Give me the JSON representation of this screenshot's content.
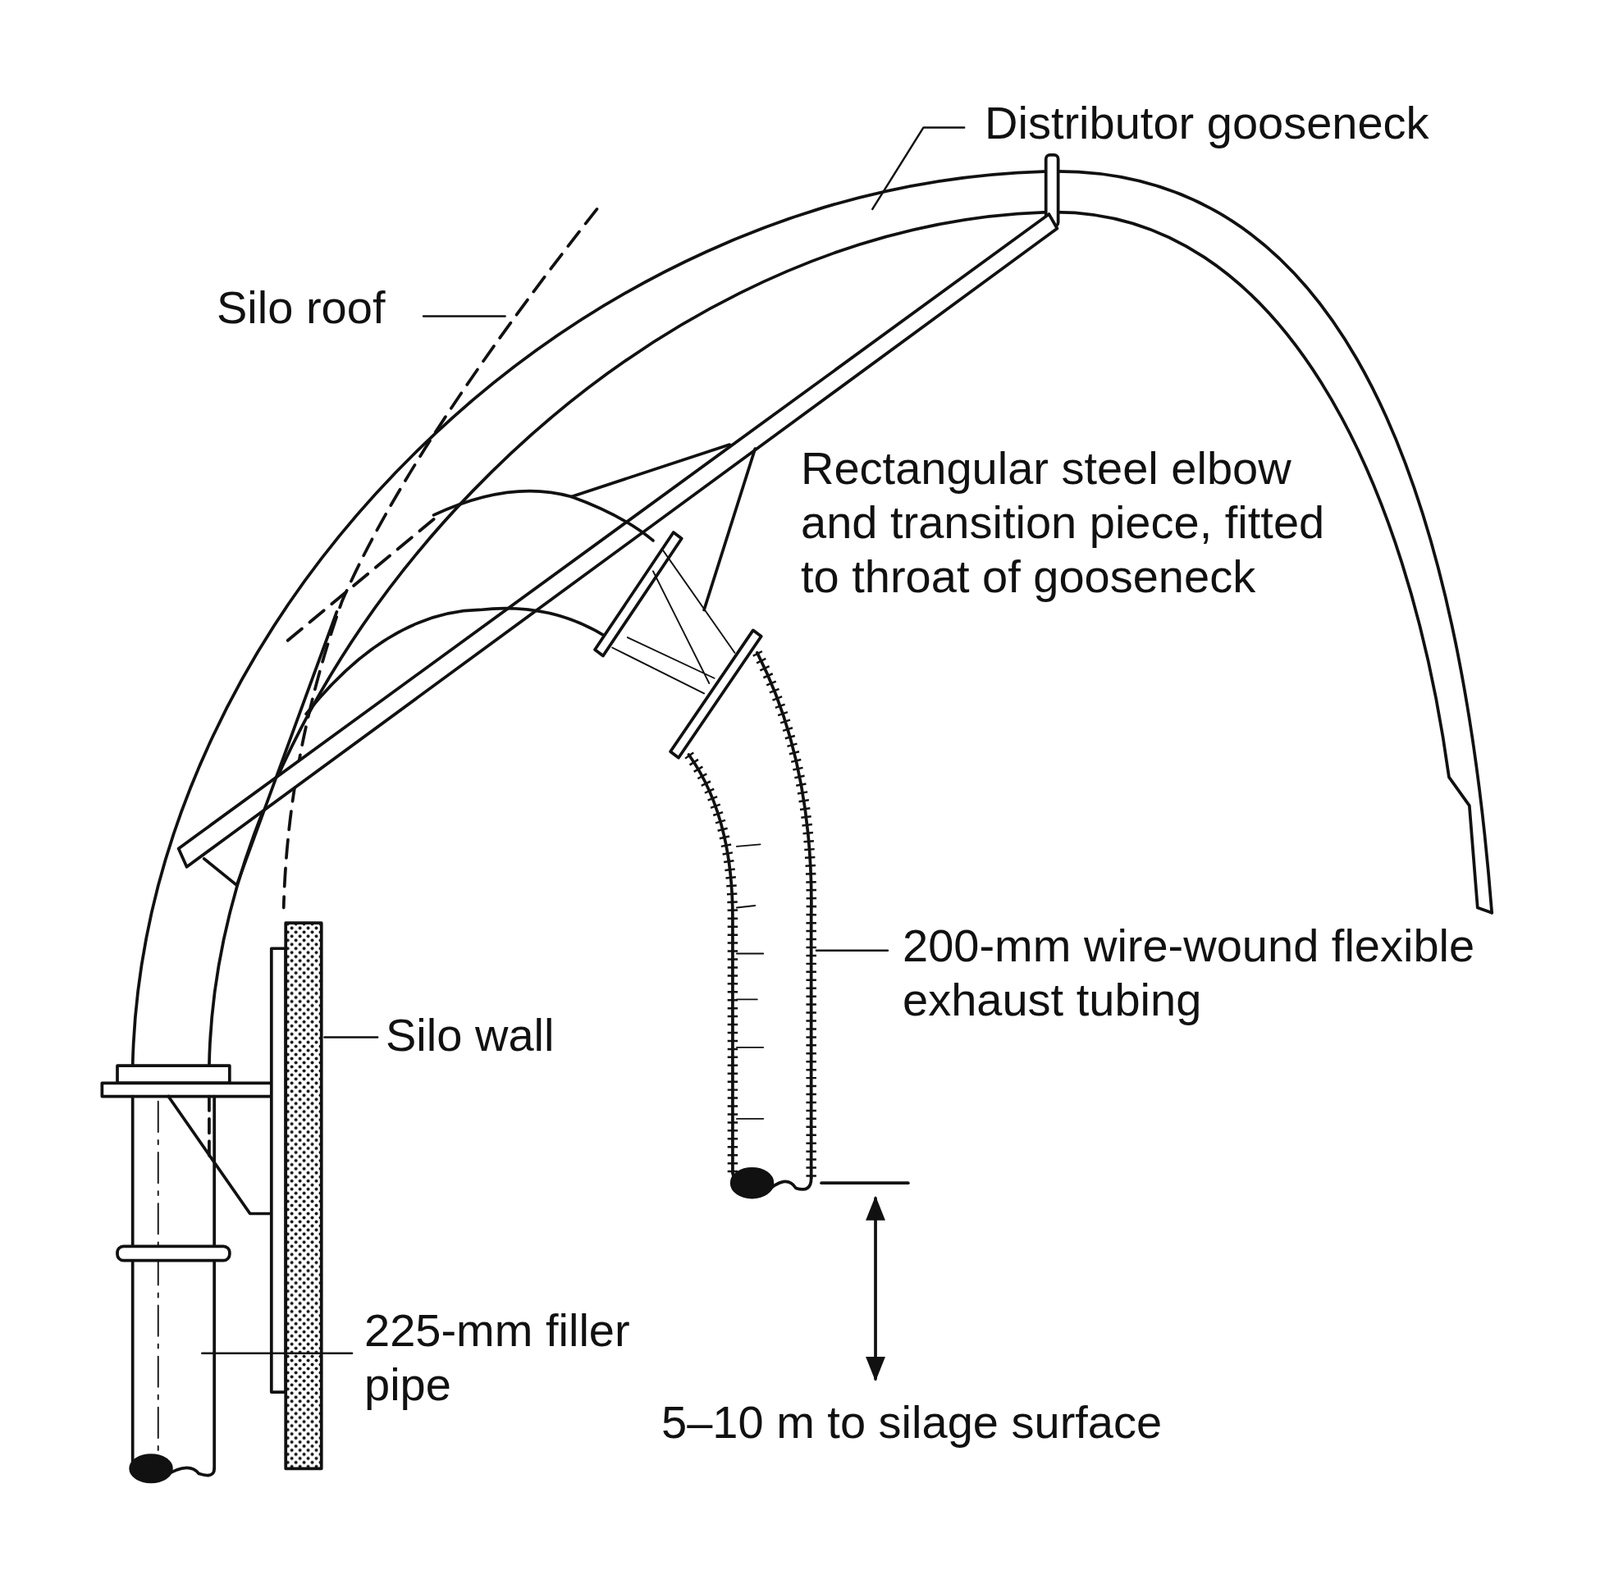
{
  "diagram": {
    "labels": [
      "Distributor gooseneck",
      "Silo roof",
      "Rectangular steel elbow and transition piece, fitted to throat of gooseneck",
      "200-mm wire-wound flexible exhaust tubing",
      "Silo wall",
      "225-mm filler pipe",
      "5–10 m to silage surface"
    ]
  }
}
